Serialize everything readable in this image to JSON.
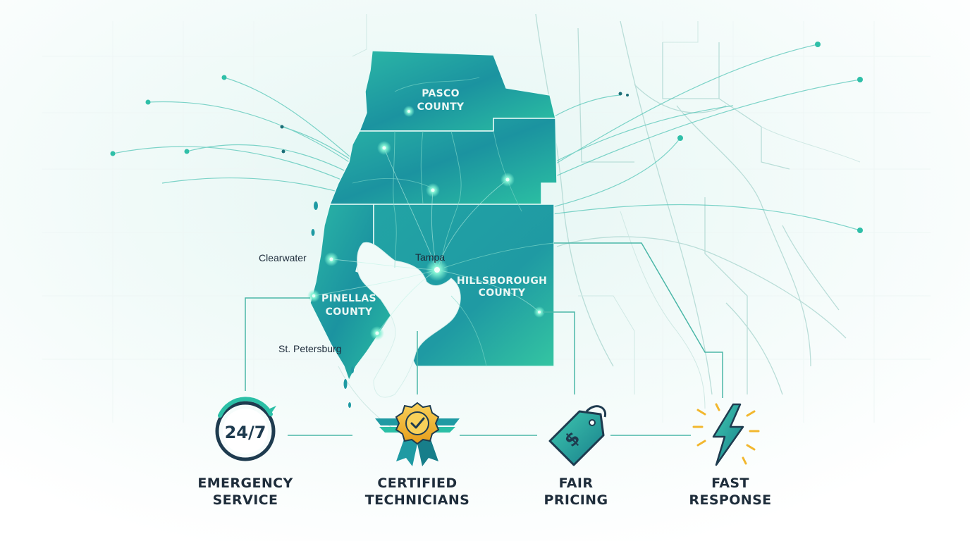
{
  "map": {
    "counties": [
      {
        "name": "PASCO",
        "suffix": "COUNTY"
      },
      {
        "name": "PINELLAS",
        "suffix": "COUNTY"
      },
      {
        "name": "HILLSBOROUGH",
        "suffix": "COUNTY"
      }
    ],
    "cities": [
      "Clearwater",
      "Tampa",
      "St. Petersburg"
    ]
  },
  "features": [
    {
      "line1": "EMERGENCY",
      "line2": "SERVICE",
      "icon": "clock-24-7-icon",
      "icon_text": "24/7"
    },
    {
      "line1": "CERTIFIED",
      "line2": "TECHNICIANS",
      "icon": "certified-badge-icon"
    },
    {
      "line1": "FAIR",
      "line2": "PRICING",
      "icon": "price-tag-icon"
    },
    {
      "line1": "FAST",
      "line2": "RESPONSE",
      "icon": "lightning-bolt-icon"
    }
  ],
  "colors": {
    "accent_teal": "#1aa89a",
    "county_dark": "#1a8e95",
    "county_light": "#2fc2a4",
    "badge_gold": "#f2b72e",
    "text_dark": "#1e2d3b"
  }
}
